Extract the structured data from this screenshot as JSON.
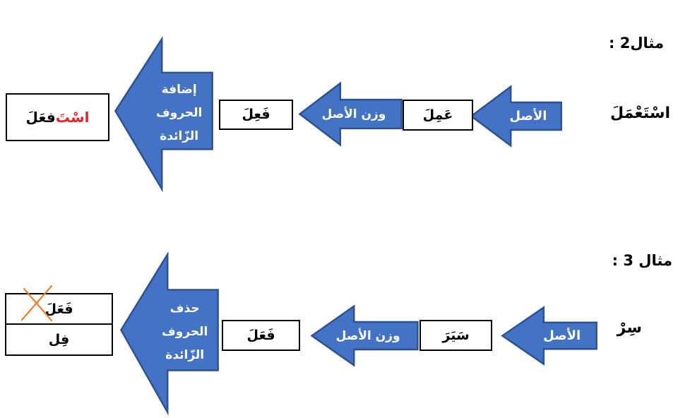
{
  "colors": {
    "arrow_fill": "#4472C4",
    "arrow_border": "#2e5191",
    "red_text": "#e32525",
    "cross": "#ED7D31"
  },
  "example2": {
    "label": "مثال2 :",
    "source_word": "اسْتَعْمَلَ",
    "origin_arrow_label": "الأصل",
    "origin_value": "عَمِلَ",
    "pattern_arrow_label": "وزن الأصل",
    "pattern_value": "فَعِلَ",
    "big_arrow_lines": [
      "إضافة",
      "الحروف",
      "الزّائدة"
    ],
    "result_red_part": "اسْتَ",
    "result_black_part": "فعَلَ"
  },
  "example3": {
    "label": "مثال 3 :",
    "source_word": "سِرْ",
    "origin_arrow_label": "الأصل",
    "origin_value": "سَيَرَ",
    "pattern_arrow_label": "وزن الأصل",
    "pattern_value": "فَعَلَ",
    "big_arrow_lines": [
      "حذف",
      "الحروف",
      "الزّائدة"
    ],
    "crossed_value": "فَعَلَ",
    "result_value": "فِل"
  }
}
